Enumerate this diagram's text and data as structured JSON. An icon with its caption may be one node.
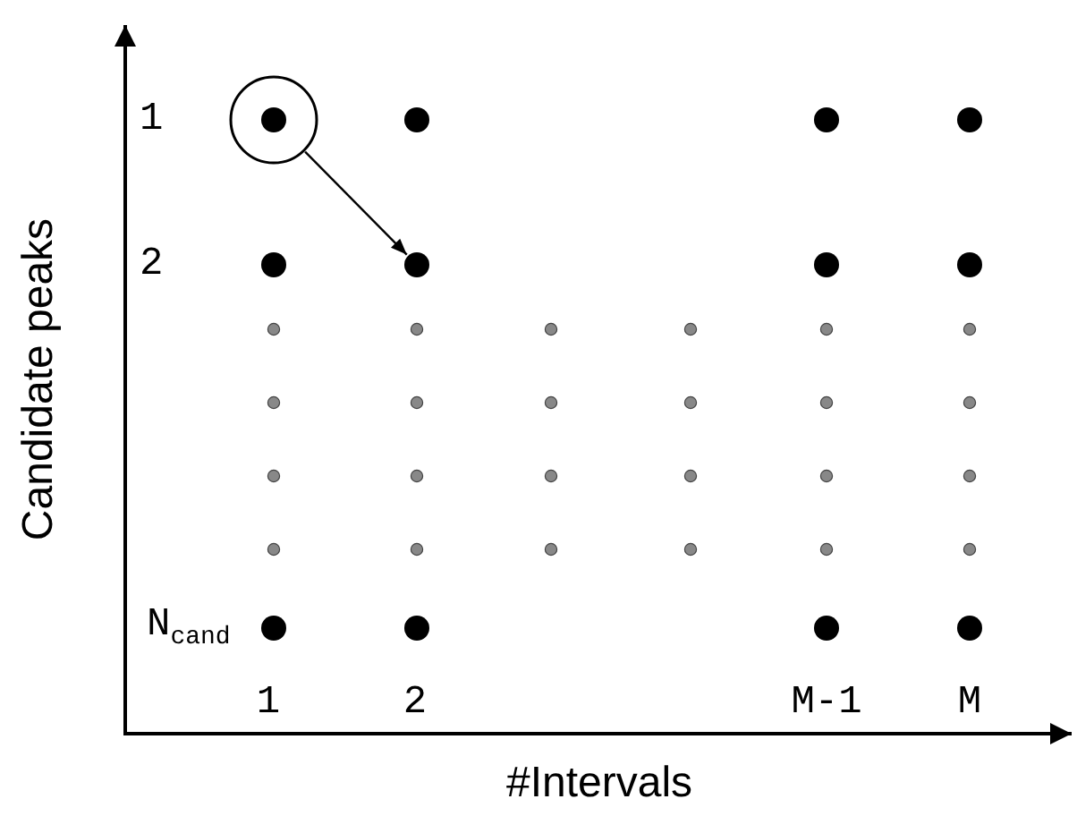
{
  "diagram": {
    "nodes": [
      {
        "text": [],
        "shape": "circle"
      },
      {
        "text": [],
        "shape": "circle"
      }
    ],
    "edges": [
      {
        "from": 0,
        "to": 1,
        "arrow": "to"
      }
    ],
    "labels": [
      "1",
      "2",
      "N$_{cand}$",
      "1",
      "2",
      "M-1",
      "M",
      "Candidate peaks",
      "#Intervals"
    ]
  }
}
